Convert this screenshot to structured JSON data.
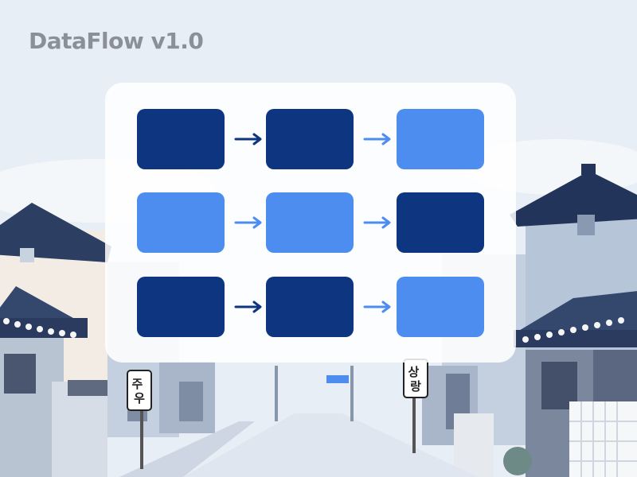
{
  "app": {
    "title": "DataFlow v1.0"
  },
  "colors": {
    "node_dark": "#0e3580",
    "node_light": "#4d8df0",
    "arrow_dark": "#0e3580",
    "arrow_light": "#4d8df0",
    "title": "#8a9098"
  },
  "flow": {
    "rows": [
      {
        "nodes": [
          "dark",
          "dark",
          "light"
        ],
        "arrows": [
          "dark",
          "light"
        ]
      },
      {
        "nodes": [
          "light",
          "light",
          "dark"
        ],
        "arrows": [
          "light",
          "light"
        ]
      },
      {
        "nodes": [
          "dark",
          "dark",
          "light"
        ],
        "arrows": [
          "dark",
          "light"
        ]
      }
    ]
  },
  "background": {
    "left_sign": "주우",
    "right_sign": "상랑"
  }
}
